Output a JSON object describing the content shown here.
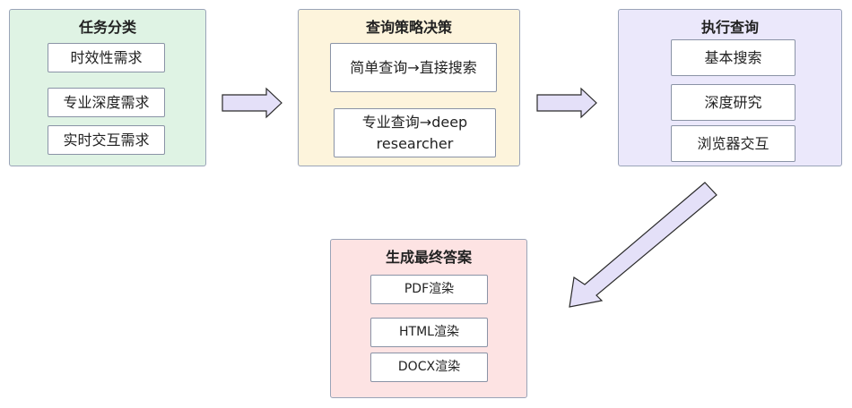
{
  "groups": {
    "classify": {
      "title": "任务分类",
      "items": [
        "时效性需求",
        "专业深度需求",
        "实时交互需求"
      ]
    },
    "strategy": {
      "title": "查询策略决策",
      "items": [
        "简单查询→直接搜索",
        "专业查询→deep researcher"
      ]
    },
    "execute": {
      "title": "执行查询",
      "items": [
        "基本搜索",
        "深度研究",
        "浏览器交互"
      ]
    },
    "answer": {
      "title": "生成最终答案",
      "items": [
        "PDF渲染",
        "HTML渲染",
        "DOCX渲染"
      ]
    }
  },
  "colors": {
    "classify_bg": "#dff3e4",
    "strategy_bg": "#fdf4dc",
    "execute_bg": "#ebe8fb",
    "answer_bg": "#fde3e3",
    "arrow_fill": "#e4e0f8",
    "arrow_stroke": "#2a2a2a"
  }
}
